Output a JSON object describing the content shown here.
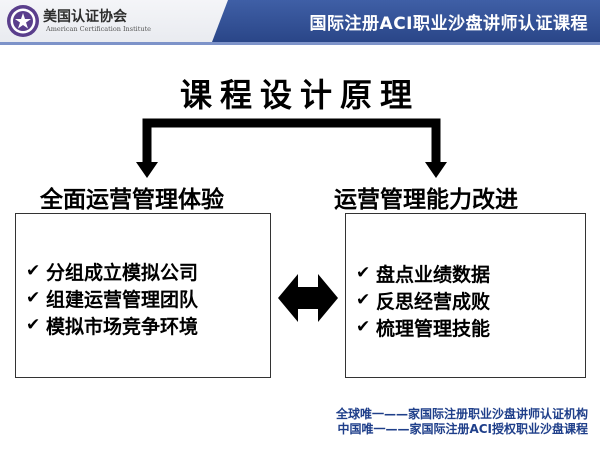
{
  "header": {
    "logo_cn": "美国认证协会",
    "logo_en": "American Certification Institute",
    "title": "国际注册ACI职业沙盘讲师认证课程"
  },
  "main_title": "课程设计原理",
  "left": {
    "heading": "全面运营管理体验",
    "items": [
      {
        "check": "✔",
        "label": "分组成立模拟公司"
      },
      {
        "check": "✔",
        "label": "组建运营管理团队"
      },
      {
        "check": "✔",
        "label": "模拟市场竞争环境"
      }
    ]
  },
  "right": {
    "heading": "运营管理能力改进",
    "items": [
      {
        "check": "✔",
        "label": "盘点业绩数据"
      },
      {
        "check": "✔",
        "label": "反思经营成败"
      },
      {
        "check": "✔",
        "label": "梳理管理技能"
      }
    ]
  },
  "footer": {
    "line1": "全球唯一——家国际注册职业沙盘讲师认证机构",
    "line2": "中国唯一——家国际注册ACI授权职业沙盘课程"
  },
  "colors": {
    "header_band": "#2a4688",
    "footer_text": "#1f3f8a"
  }
}
